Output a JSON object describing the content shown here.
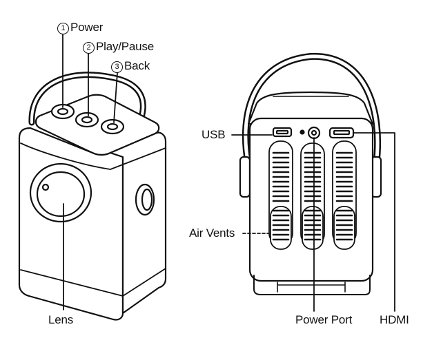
{
  "callouts": {
    "power": {
      "number": "1",
      "text": "Power"
    },
    "play_pause": {
      "number": "2",
      "text": "Play/Pause"
    },
    "back": {
      "number": "3",
      "text": "Back"
    },
    "lens": "Lens",
    "usb": "USB",
    "air_vents": "Air Vents",
    "power_port": "Power Port",
    "hdmi": "HDMI"
  },
  "colors": {
    "line": "#111111",
    "background": "#ffffff"
  },
  "views": [
    "front-view",
    "rear-view"
  ]
}
